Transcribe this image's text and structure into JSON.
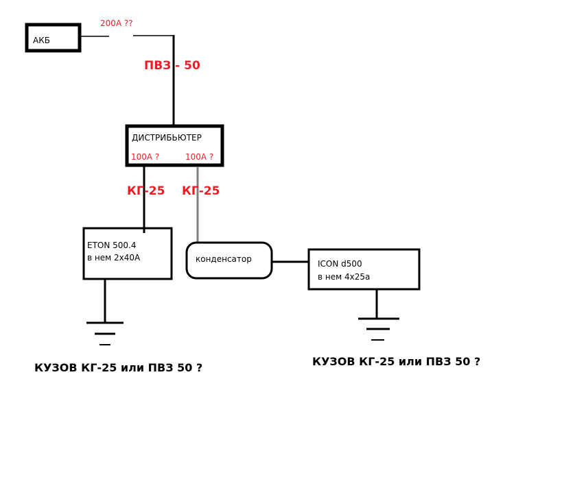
{
  "colors": {
    "accent": "#ed1c24",
    "line": "#000000",
    "gray_wire": "#7f7f7f"
  },
  "battery": {
    "label": "АКБ",
    "fuse": "200А ??",
    "wire": "ПВЗ - 50"
  },
  "distributor": {
    "label": "ДИСТРИБЬЮТЕР",
    "fuse_left": "100А ?",
    "fuse_right": "100А ?"
  },
  "wires": {
    "left": "КГ-25",
    "right": "КГ-25"
  },
  "amp1": {
    "line1": "ETON 500.4",
    "line2": "в нем 2х40А"
  },
  "capacitor": {
    "label": "конденсатор"
  },
  "amp2": {
    "line1": "ICON d500",
    "line2": "в нем 4х25а"
  },
  "ground_left": {
    "label": "КУЗОВ КГ-25 или ПВЗ 50 ?"
  },
  "ground_right": {
    "label": "КУЗОВ КГ-25 или ПВЗ 50 ?"
  }
}
